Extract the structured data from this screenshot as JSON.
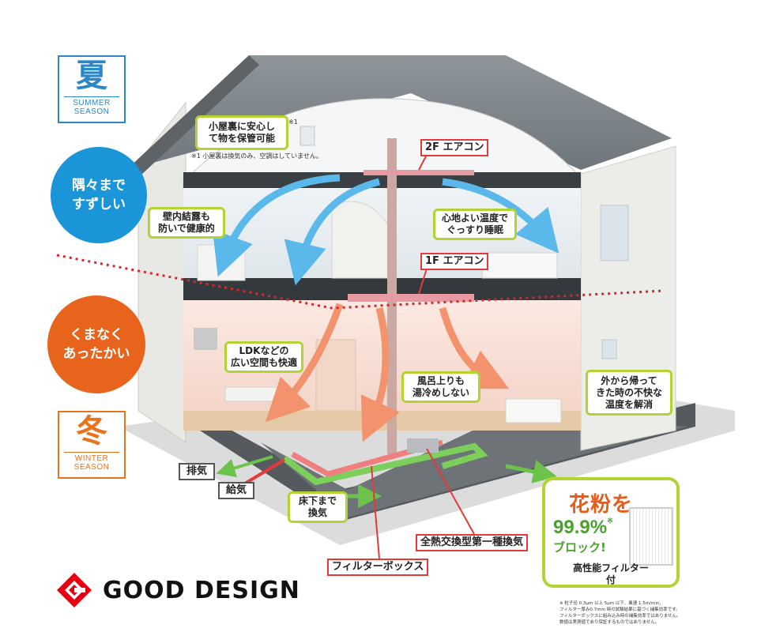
{
  "seasons": {
    "summer": {
      "kanji": "夏",
      "en_line1": "SUMMER",
      "en_line2": "SEASON",
      "color": "#2a87c8"
    },
    "winter": {
      "kanji": "冬",
      "en_line1": "WINTER",
      "en_line2": "SEASON",
      "color": "#e8731e"
    }
  },
  "badges": {
    "summer": {
      "text": "隅々まで\nすずしい",
      "color": "#1a96d8"
    },
    "winter": {
      "text": "くまなく\nあったかい",
      "color": "#e8641c"
    }
  },
  "callouts": {
    "attic": "小屋裏に安心し\nて物を保管可能",
    "attic_mark": "※1",
    "attic_note": "※1 小屋裏は換気のみ、空調はしていません。",
    "wall": "壁内結露も\n防いで健康的",
    "sleep": "心地よい温度で\nぐっすり睡眠",
    "ldk": "LDKなどの\n広い空間も快適",
    "bath": "風呂上りも\n湯冷めしない",
    "outside": "外から帰って\nきた時の不快な\n温度を解消",
    "underfloor": "床下まで\n換気"
  },
  "labels": {
    "ac2f": "2F エアコン",
    "ac1f": "1F エアコン",
    "exhaust": "排気",
    "supply": "給気",
    "heat_exchange": "全熱交換型第一種換気",
    "filter_box": "フィルターボックス"
  },
  "pollen": {
    "title": "花粉を",
    "percent": "99.9%",
    "percent_mark": "※",
    "block": "ブロック!",
    "caption": "高性能フィルター\n付"
  },
  "footnote": "※ 粒子径 0.3μm 以上 5μm 以下、風速 1.5m/min、\nフィルター厚み0.7mm 時の試験結果に基づく捕集効率です。\nフィルターボックスに組み込み時の捕集効率ではありません。\n数値は実測値であり保証するものではありません。",
  "brand": {
    "name": "GOOD DESIGN",
    "color": "#e60012"
  },
  "colors": {
    "callout_border": "#b3d335",
    "cool_arrow": "#5ab8ea",
    "warm_arrow": "#f29a7a",
    "divider": "#d9262b"
  }
}
